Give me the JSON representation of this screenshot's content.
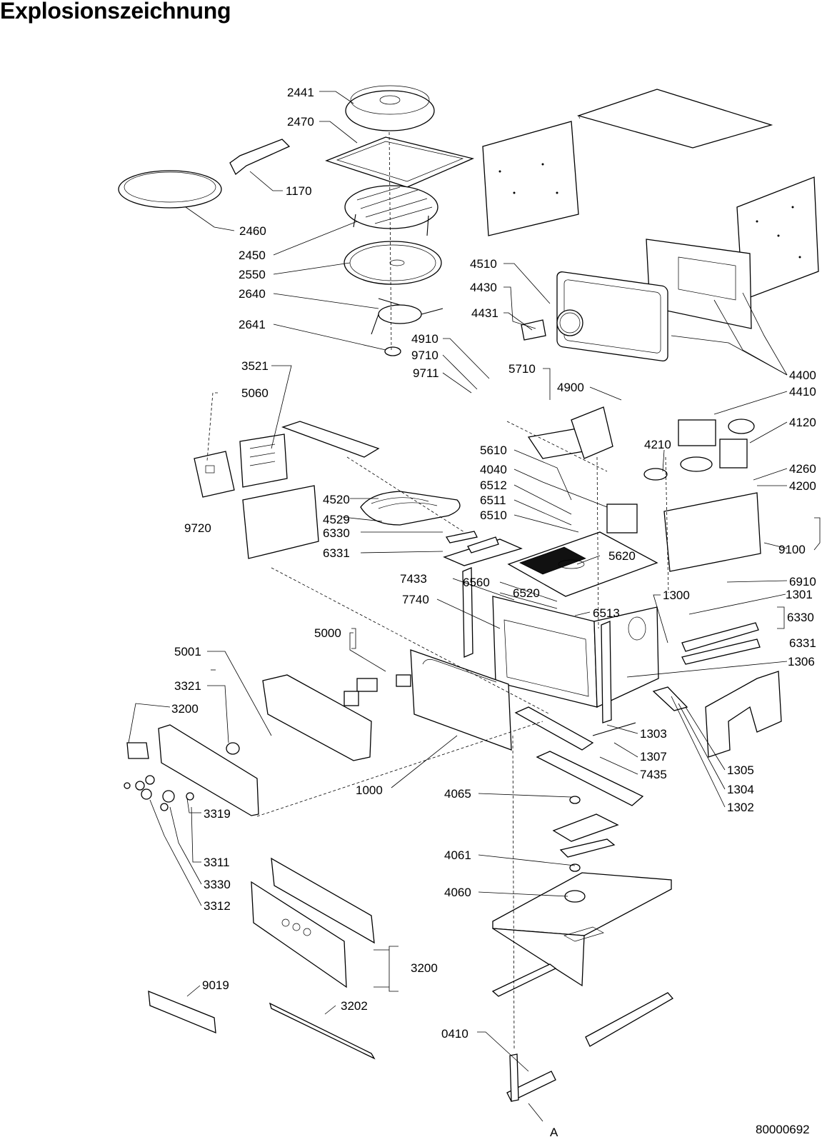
{
  "title": "Explosionszeichnung",
  "document_number": "80000692",
  "reference_marker": "A",
  "part_labels": [
    "2441",
    "2470",
    "1170",
    "2460",
    "2450",
    "2550",
    "2640",
    "2641",
    "4510",
    "4430",
    "4431",
    "4910",
    "9710",
    "9711",
    "5710",
    "4900",
    "3521",
    "5060",
    "9720",
    "4520",
    "4529",
    "6330",
    "6331",
    "5610",
    "4040",
    "6512",
    "6511",
    "6510",
    "5620",
    "4400",
    "4410",
    "4120",
    "4210",
    "4260",
    "4200",
    "9100",
    "6910",
    "7433",
    "7740",
    "6560",
    "6520",
    "6513",
    "1300",
    "1301",
    "6330",
    "6331",
    "1306",
    "5000",
    "5001",
    "3321",
    "3200",
    "1000",
    "1303",
    "1307",
    "7435",
    "1305",
    "1304",
    "1302",
    "3319",
    "4065",
    "3311",
    "3330",
    "3312",
    "4061",
    "4060",
    "3200",
    "9019",
    "3202",
    "0410"
  ]
}
